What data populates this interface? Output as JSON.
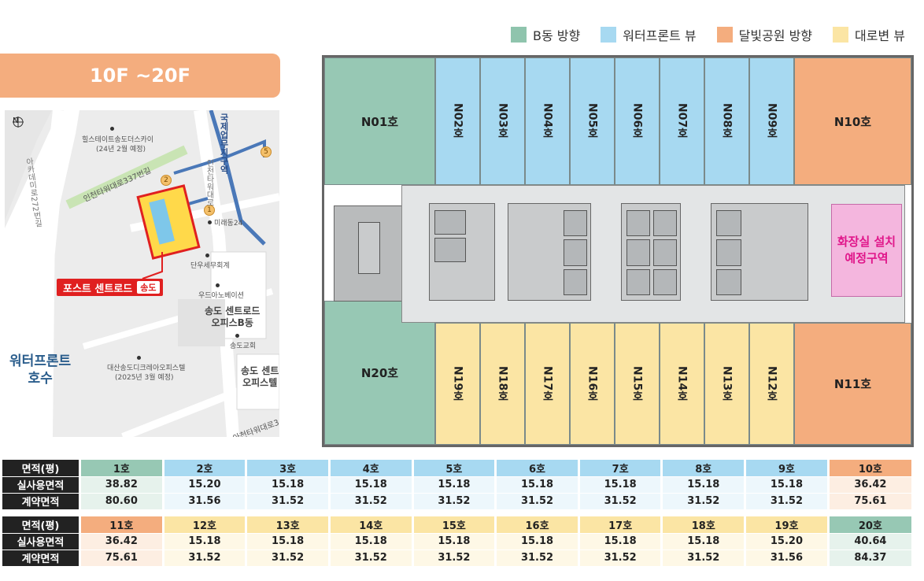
{
  "legend": [
    {
      "label": "B동 방향",
      "color": "#8fc4ad"
    },
    {
      "label": "워터프론트 뷰",
      "color": "#a7d9f1"
    },
    {
      "label": "달빛공원 방향",
      "color": "#f4ad7e"
    },
    {
      "label": "대로변 뷰",
      "color": "#fbe5a4"
    }
  ],
  "floor_label": "10F  ~20F",
  "map": {
    "north": "N",
    "labels": {
      "skyline": "힐스테이트송도더스카이",
      "skyline_note": "(24년 2월 예정)",
      "mirae": "미래동24",
      "danwoo": "단우세무회계",
      "wooduo": "우드아노베이션",
      "office_b": "송도 센트로드\n오피스B동",
      "church": "송도교회",
      "office_c": "송도 센트\n오피스텔",
      "daesan": "대산송도디크레아오피스텔",
      "daesan_note": "(2025년 3월 예정)",
      "lake": "워터프론트\n호수",
      "road_left": "아카데미로272번길",
      "road_top": "인천타워대로337번길",
      "road_mid": "인천타워대로",
      "road_bottom": "아천타워대로3",
      "blue_road": "국제업무지구역",
      "callout": "포스트 센트로드",
      "callout_tag": "송도"
    },
    "markers": [
      "1",
      "2",
      "5"
    ]
  },
  "plan": {
    "top_units": [
      "N01호",
      "N02호",
      "N03호",
      "N04호",
      "N05호",
      "N06호",
      "N07호",
      "N08호",
      "N09호",
      "N10호"
    ],
    "bottom_units": [
      "N20호",
      "N19호",
      "N18호",
      "N17호",
      "N16호",
      "N15호",
      "N14호",
      "N13호",
      "N12호",
      "N11호"
    ],
    "restroom_zone": "화장실 설치\n예정구역"
  },
  "table_top": {
    "header": "면적(평)",
    "units": [
      "1호",
      "2호",
      "3호",
      "4호",
      "5호",
      "6호",
      "7호",
      "8호",
      "9호",
      "10호"
    ],
    "rows": [
      {
        "label": "실사용면적",
        "values": [
          "38.82",
          "15.20",
          "15.18",
          "15.18",
          "15.18",
          "15.18",
          "15.18",
          "15.18",
          "15.18",
          "36.42"
        ]
      },
      {
        "label": "계약면적",
        "values": [
          "80.60",
          "31.56",
          "31.52",
          "31.52",
          "31.52",
          "31.52",
          "31.52",
          "31.52",
          "31.52",
          "75.61"
        ]
      }
    ]
  },
  "table_bottom": {
    "header": "면적(평)",
    "units": [
      "11호",
      "12호",
      "13호",
      "14호",
      "15호",
      "16호",
      "17호",
      "18호",
      "19호",
      "20호"
    ],
    "rows": [
      {
        "label": "실사용면적",
        "values": [
          "36.42",
          "15.18",
          "15.18",
          "15.18",
          "15.18",
          "15.18",
          "15.18",
          "15.18",
          "15.20",
          "40.64"
        ]
      },
      {
        "label": "계약면적",
        "values": [
          "75.61",
          "31.52",
          "31.52",
          "31.52",
          "31.52",
          "31.52",
          "31.52",
          "31.52",
          "31.56",
          "84.37"
        ]
      }
    ]
  }
}
